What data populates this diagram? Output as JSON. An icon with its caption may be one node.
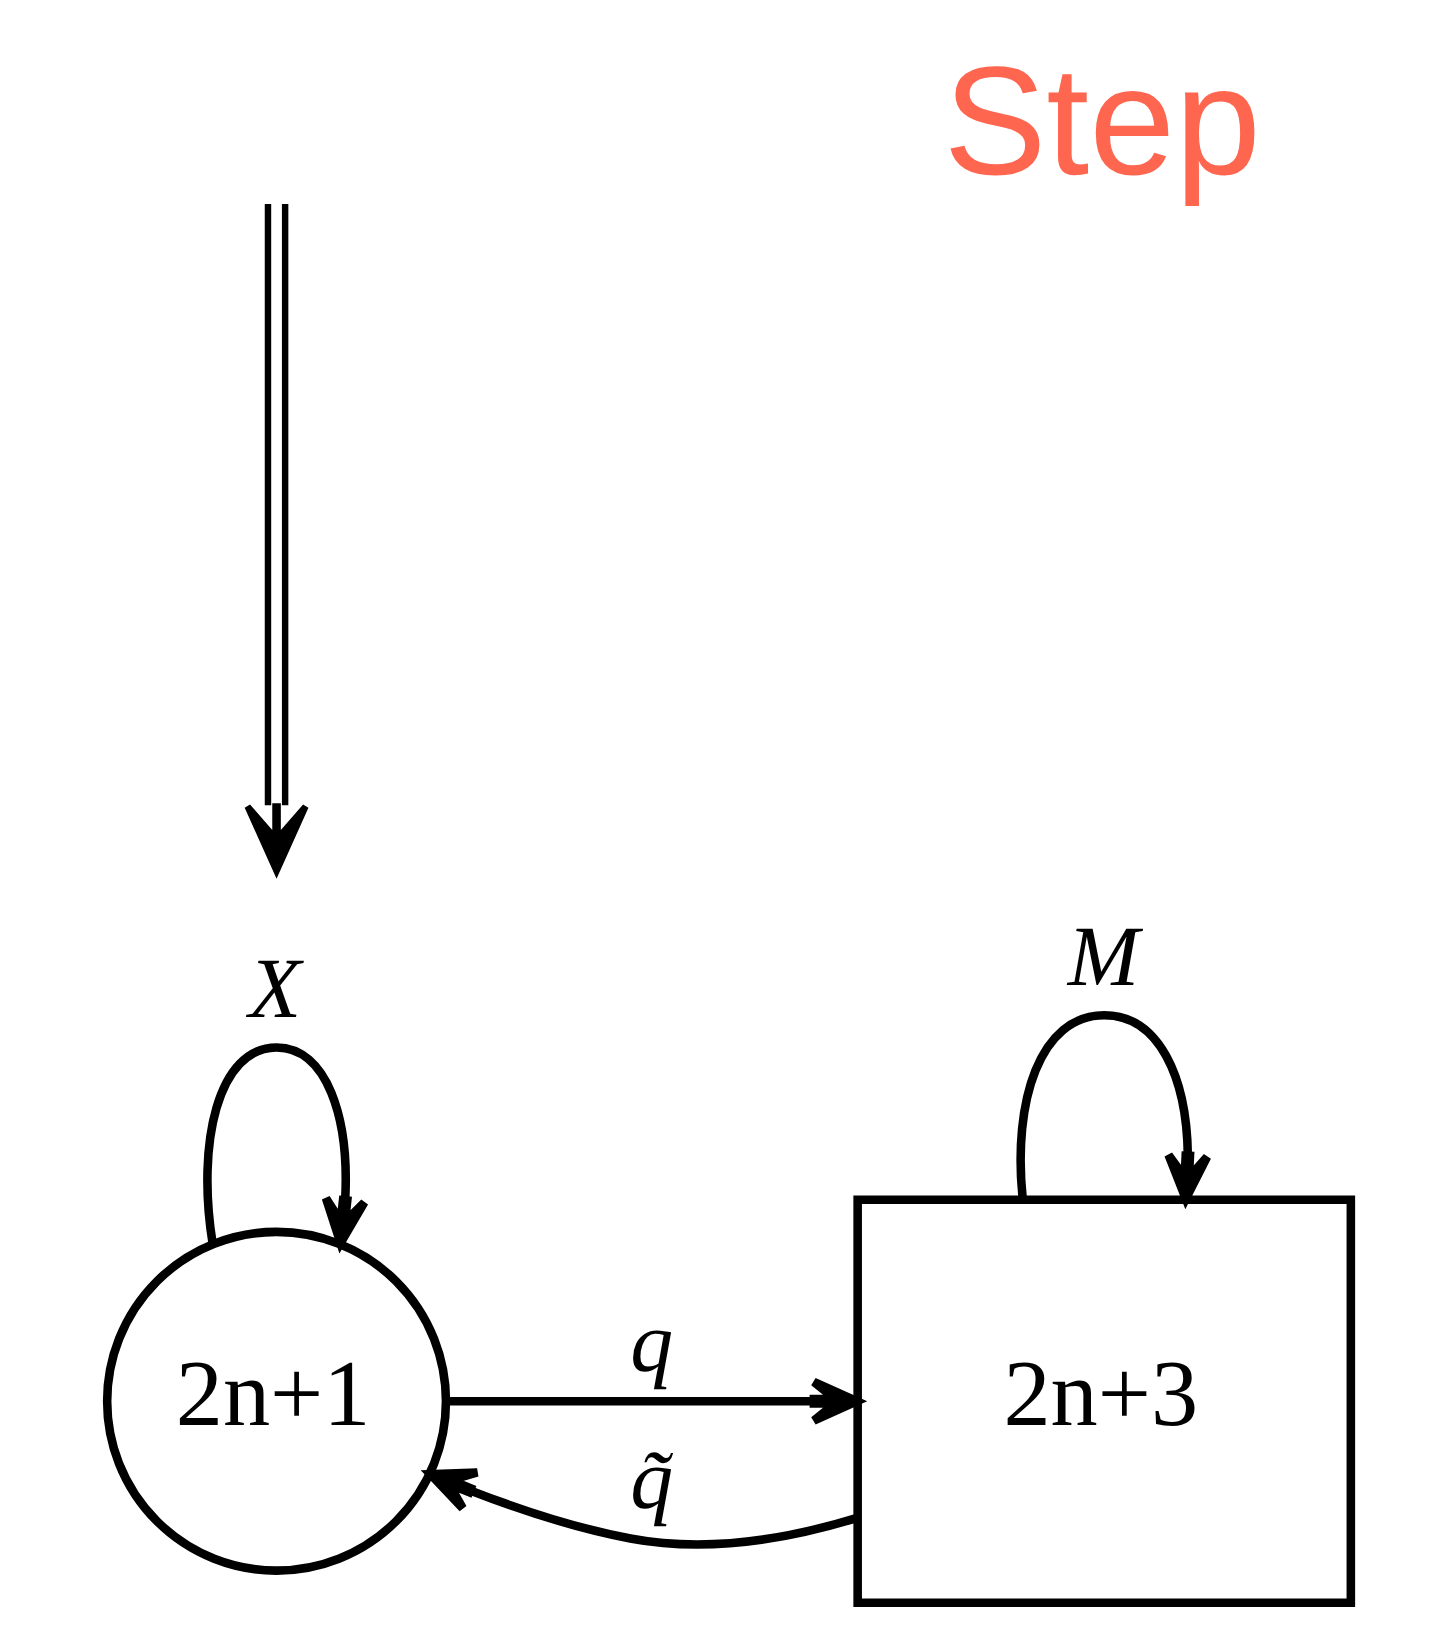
{
  "diagram": {
    "nodes": [
      {
        "text": [
          "2n+1"
        ]
      },
      {
        "text": [
          "2n+3"
        ]
      }
    ],
    "edges": [
      {
        "from": 0,
        "to": 0,
        "arrow": "to",
        "label": "X"
      },
      {
        "from": 1,
        "to": 1,
        "arrow": "to",
        "label": "M"
      },
      {
        "from": 0,
        "to": 1,
        "arrow": "to",
        "label": "q"
      },
      {
        "from": 1,
        "to": 0,
        "arrow": "to",
        "label": "q̃"
      }
    ],
    "labels": [
      "Step"
    ]
  }
}
